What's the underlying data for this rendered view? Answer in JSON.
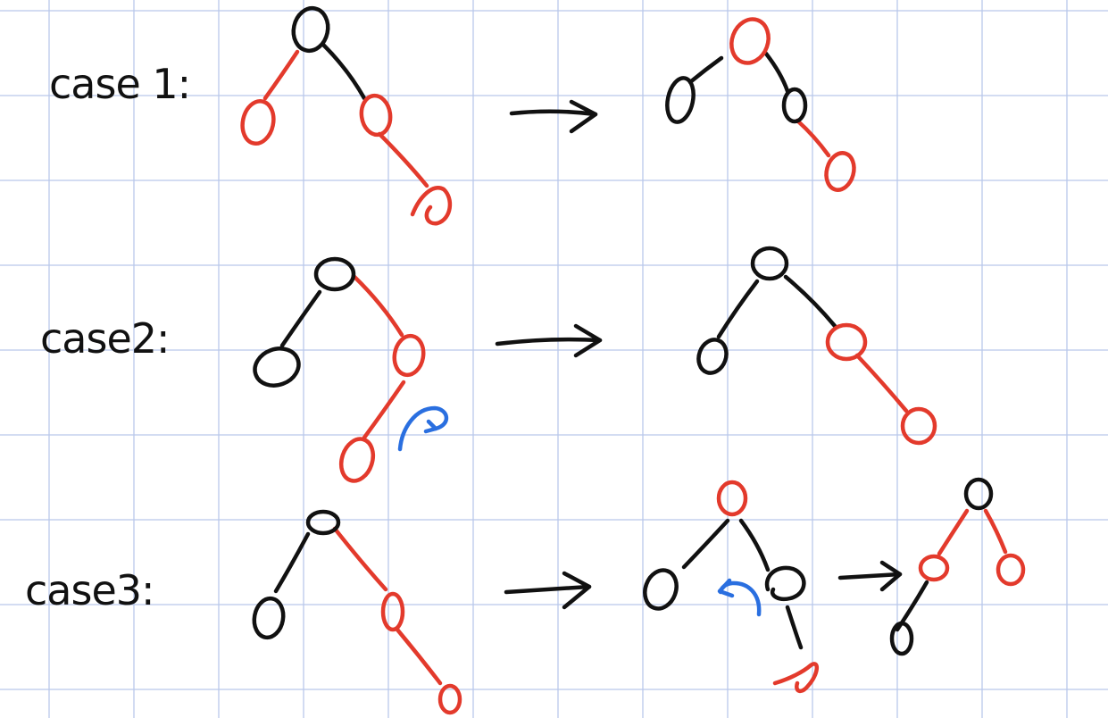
{
  "cases": [
    {
      "label": "case 1:"
    },
    {
      "label": "case2:"
    },
    {
      "label": "case3:"
    }
  ],
  "colors": {
    "black_ink": "#111111",
    "red_ink": "#e33a2c",
    "blue_ink": "#2a6fe0",
    "grid": "#b9c8ea",
    "paper": "#ffffff"
  }
}
